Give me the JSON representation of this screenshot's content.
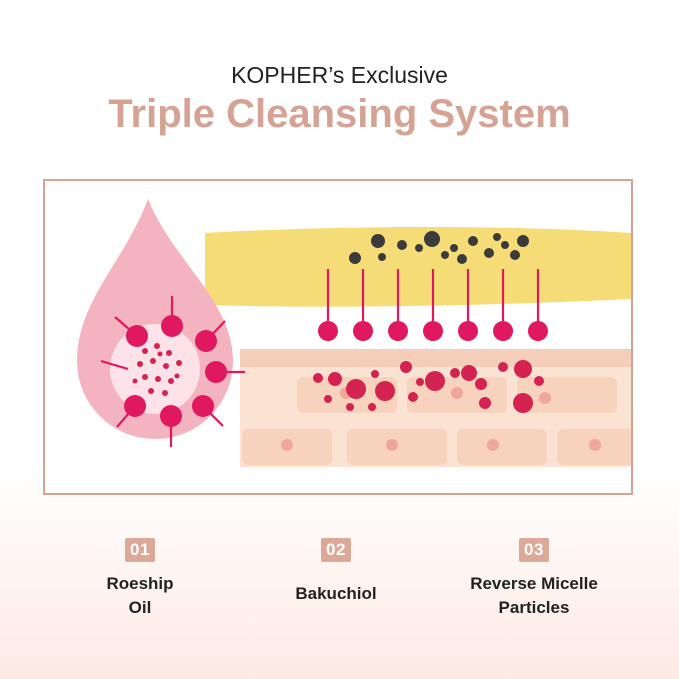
{
  "header": {
    "eyebrow": "KOPHER’s Exclusive",
    "title": "Triple Cleansing System"
  },
  "features": [
    {
      "number": "01",
      "label": "Roeship\nOil"
    },
    {
      "number": "02",
      "label": "Bakuchiol"
    },
    {
      "number": "03",
      "label": "Reverse Micelle\nParticles"
    }
  ],
  "colors": {
    "accent": "#d4a393",
    "badge": "#dca897",
    "droplet": "#f3b3bf",
    "particle": "#e0185f",
    "oil_band": "#f6dc76",
    "dirt": "#333333",
    "skin": "#f9dccb"
  }
}
